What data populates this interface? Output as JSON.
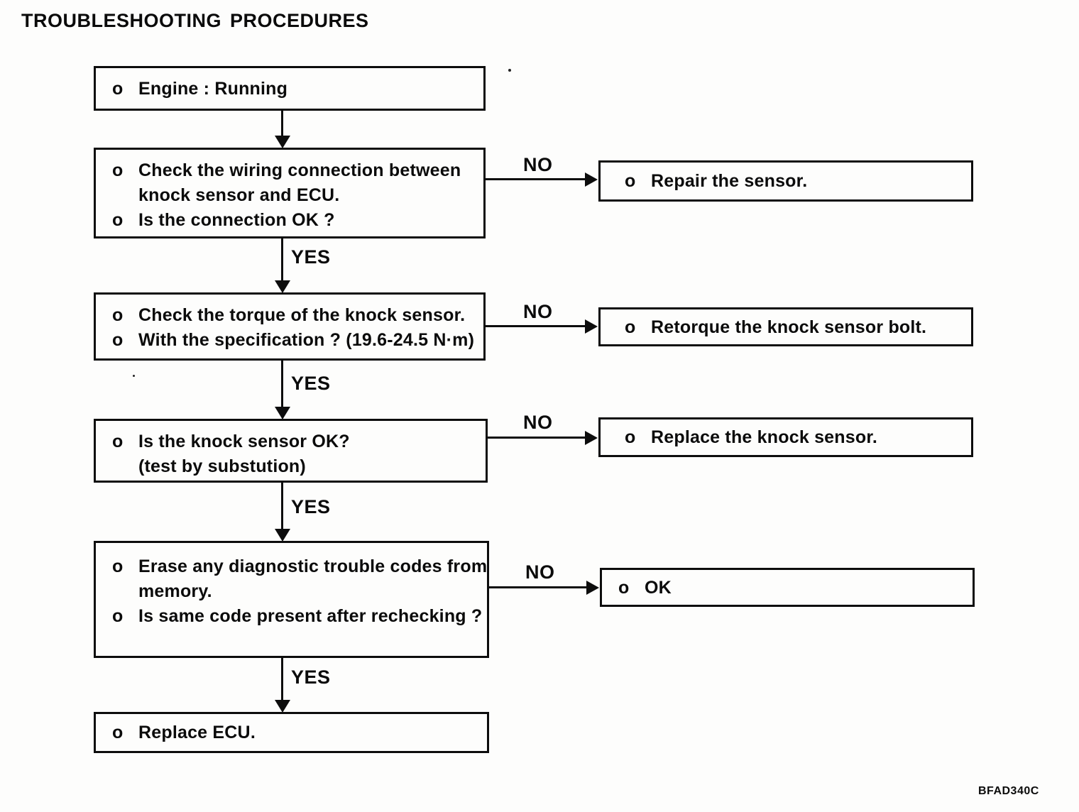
{
  "page": {
    "title": "TROUBLESHOOTING PROCEDURES",
    "figure_code": "BFAD340C"
  },
  "labels": {
    "yes": "YES",
    "no": "NO"
  },
  "boxes": {
    "start": {
      "lines": [
        {
          "b": "o",
          "t": "Engine : Running"
        }
      ]
    },
    "check_wiring": {
      "lines": [
        {
          "b": "o",
          "t": "Check the wiring connection between"
        },
        {
          "b": "",
          "t": "knock sensor and ECU."
        },
        {
          "b": "o",
          "t": "Is the connection OK ?"
        }
      ]
    },
    "check_torque": {
      "lines": [
        {
          "b": "o",
          "t": "Check the torque of the knock sensor."
        },
        {
          "b": "o",
          "t": "With the specification ? (19.6-24.5 N·m)"
        }
      ]
    },
    "sensor_ok": {
      "lines": [
        {
          "b": "o",
          "t": "Is the knock sensor OK?"
        },
        {
          "b": "",
          "t": "(test by substution)"
        }
      ]
    },
    "erase_codes": {
      "lines": [
        {
          "b": "o",
          "t": "Erase any diagnostic trouble codes from"
        },
        {
          "b": "",
          "t": "memory."
        },
        {
          "b": "o",
          "t": "Is same code present after rechecking ?"
        }
      ]
    },
    "replace_ecu": {
      "lines": [
        {
          "b": "o",
          "t": "Replace ECU."
        }
      ]
    },
    "repair_sensor": {
      "lines": [
        {
          "b": "o",
          "t": "Repair the sensor."
        }
      ]
    },
    "retorque_bolt": {
      "lines": [
        {
          "b": "o",
          "t": "Retorque the knock sensor bolt."
        }
      ]
    },
    "replace_sensor": {
      "lines": [
        {
          "b": "o",
          "t": "Replace the knock sensor."
        }
      ]
    },
    "ok_end": {
      "lines": [
        {
          "b": "o",
          "t": "OK"
        }
      ]
    }
  }
}
